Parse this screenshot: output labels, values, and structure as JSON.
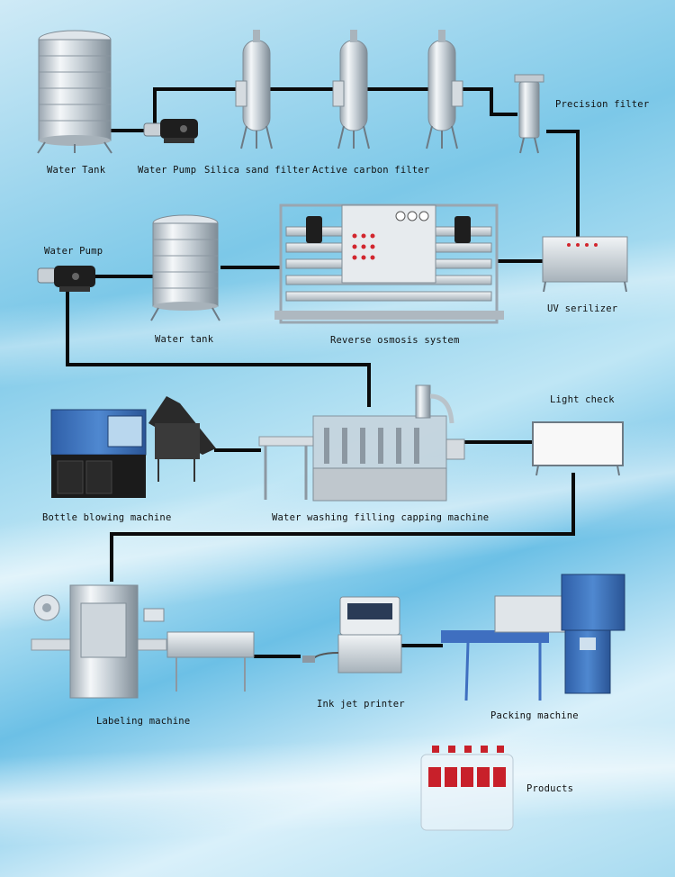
{
  "labels": {
    "water_tank_1": "Water Tank",
    "water_pump_1": "Water Pump",
    "silica_sand_filter": "Silica sand filter",
    "active_carbon_filter": "Active carbon filter",
    "precision_filter": "Precision filter",
    "water_pump_2": "Water Pump",
    "water_tank_2": "Water tank",
    "reverse_osmosis": "Reverse osmosis system",
    "uv_sterilizer": "UV serilizer",
    "light_check": "Light check",
    "bottle_blowing": "Bottle blowing machine",
    "washing_filling_capping": "Water washing filling capping machine",
    "labeling": "Labeling machine",
    "ink_jet_printer": "Ink jet printer",
    "packing": "Packing machine",
    "products": "Products"
  },
  "colors": {
    "pipe": "#0a0a0a",
    "steel_light": "#eef2f5",
    "steel_dark": "#8c98a2",
    "machine_blue": "#3a6fb8",
    "pump_black": "#1e1e1e",
    "bottle_red": "#c8202a"
  }
}
